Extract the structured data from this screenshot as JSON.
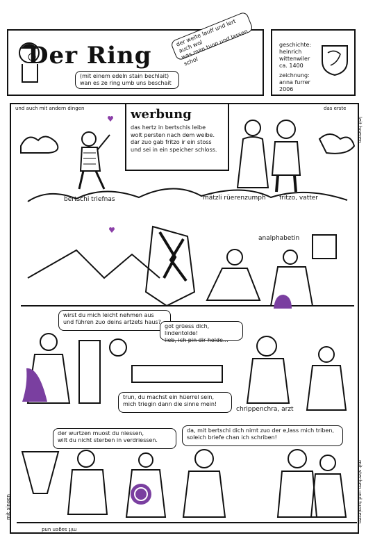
{
  "header": {
    "title": "Der Ring",
    "banner_left": [
      "(mit einem edeln stain bechlait)",
      "wan es ze ring umb uns beschait"
    ],
    "banner_right": [
      "der welte lauff und lert auch wol",
      "was man tuon und lassen schol"
    ]
  },
  "credits": {
    "lines": [
      "geschichte:",
      "heinrich wittenwiler",
      "ca. 1400",
      "zeichnung:",
      "anna furrer",
      "2006"
    ]
  },
  "border_texts": {
    "top_left": "und auch mit andern dingen",
    "top_right": "das erste",
    "right_top": "leit hoeren",
    "right_bottom": "mit stechen und turnieren,",
    "bottom": "mit sagen und",
    "left_bottom": "mit singen"
  },
  "werbung": {
    "title": "werbung",
    "lines": [
      "das hertz in bertschis leibe",
      "wolt persten nach dem weibe.",
      "dar zuo gab fritzo ir ein stoss",
      "und sei in ein speicher schloss."
    ]
  },
  "names": {
    "bertschi": "bertschi triefnas",
    "maetzli": "mätzli rüerenzumph",
    "fritzo": "fritzo, vatter",
    "analphabetin": "analphabetin",
    "chrippenchra": "chrippenchra, arzt"
  },
  "speech": {
    "wirst": [
      "wirst du mich leicht nehmen aus",
      "und führen zuo deins artzets haus?"
    ],
    "got_gruess": [
      "got grüess dich, lindentolde!",
      "lieb, ich pin dir holde..."
    ],
    "trun": [
      "trun, du machst ein hüerrel sein,",
      "mich triegin dann die sinne mein!"
    ],
    "wurtzen": [
      "der wurtzen muost du niessen,",
      "wilt du nicht sterben in verdriessen."
    ],
    "bertschi_nimt": [
      "da, mit bertschi dich nimt zuo der e,lass mich triben,",
      "soleich briefe chan ich schriben!"
    ]
  },
  "colors": {
    "ink": "#111111",
    "accent": "#7a3fa0",
    "heart": "#8b3fa8"
  }
}
